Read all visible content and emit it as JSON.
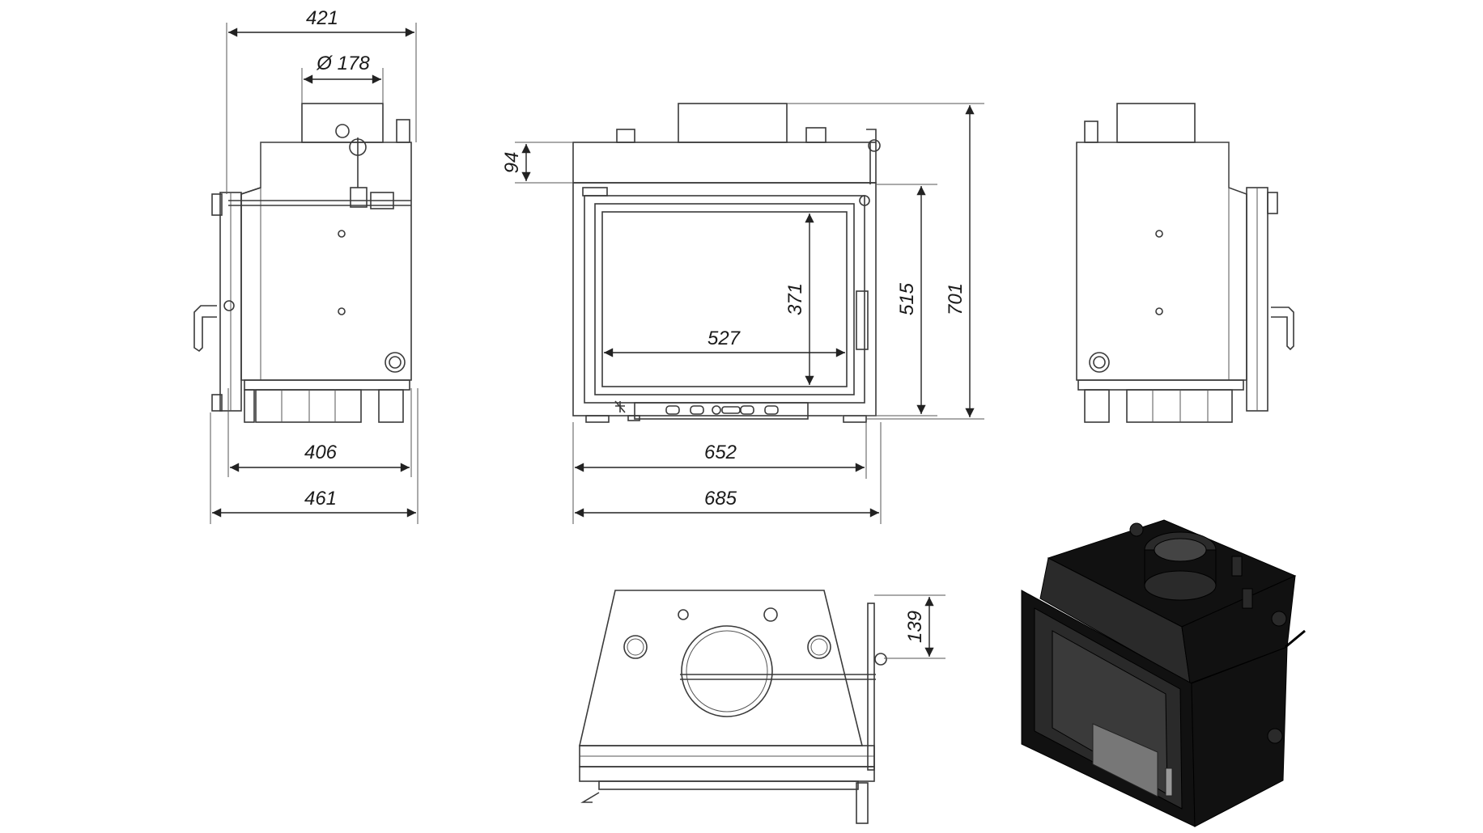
{
  "dimensions": {
    "side_top_width": "421",
    "flue_diameter": "Ø 178",
    "side_body_width": "406",
    "side_total_width": "461",
    "front_top_height": "94",
    "glass_width": "527",
    "glass_height": "371",
    "door_height": "515",
    "total_height": "701",
    "front_body_width": "652",
    "front_total_width": "685",
    "top_depth": "139"
  }
}
